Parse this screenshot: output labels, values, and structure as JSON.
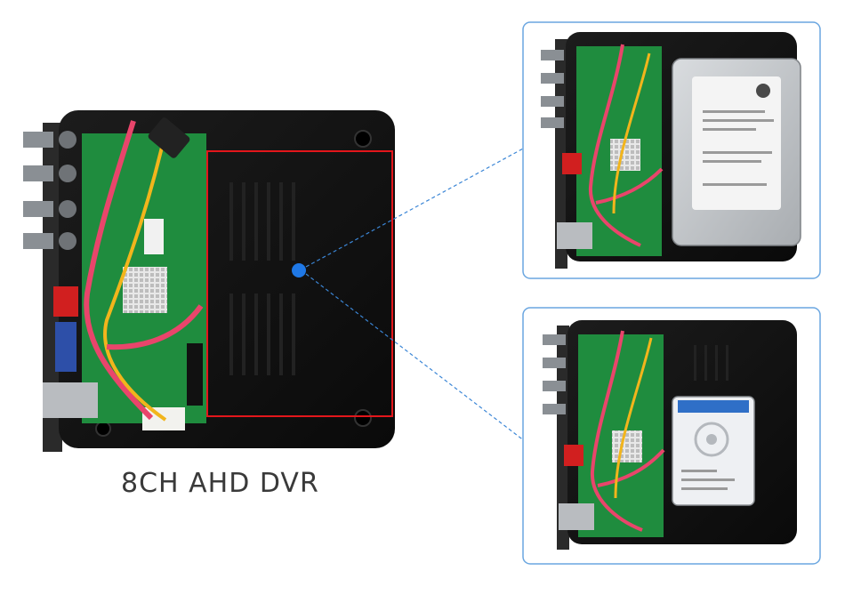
{
  "caption": "8CH AHD DVR",
  "colors": {
    "accent_dot": "#1f78e6",
    "highlight_box": "#e3161b",
    "connector_line": "#3b86d6",
    "panel_border": "#6aa6e0",
    "pcb_green": "#1f8c3e",
    "chassis": "#111111",
    "sata_cable": "#e9456b"
  },
  "icons": [
    "pcb-board",
    "bnc-connector",
    "heatsink",
    "sata-cable",
    "hard-drive-3-5",
    "hard-drive-2-5"
  ]
}
